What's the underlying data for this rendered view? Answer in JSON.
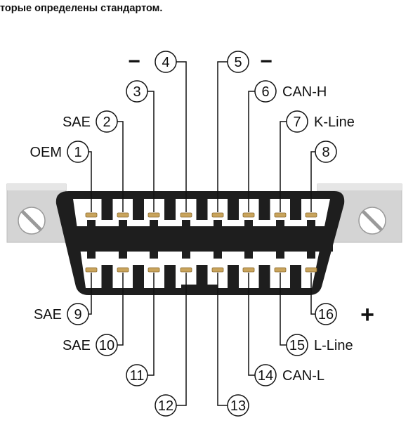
{
  "caption": "торые определены стандартом.",
  "top_signs": {
    "left": "−",
    "right": "−"
  },
  "bottom_sign": "+",
  "pins": [
    {
      "number": "1",
      "label": "OEM"
    },
    {
      "number": "2",
      "label": "SAE"
    },
    {
      "number": "3",
      "label": ""
    },
    {
      "number": "4",
      "label": ""
    },
    {
      "number": "5",
      "label": ""
    },
    {
      "number": "6",
      "label": "CAN-H"
    },
    {
      "number": "7",
      "label": "K-Line"
    },
    {
      "number": "8",
      "label": ""
    },
    {
      "number": "9",
      "label": "SAE"
    },
    {
      "number": "10",
      "label": "SAE"
    },
    {
      "number": "11",
      "label": ""
    },
    {
      "number": "12",
      "label": ""
    },
    {
      "number": "13",
      "label": ""
    },
    {
      "number": "14",
      "label": "CAN-L"
    },
    {
      "number": "15",
      "label": "L-Line"
    },
    {
      "number": "16",
      "label": ""
    }
  ],
  "colors": {
    "connector_body": "#1e1e1e",
    "mount_plate": "#d4d4d4",
    "contact_gold": "#c9a45c",
    "line": "#111111"
  }
}
